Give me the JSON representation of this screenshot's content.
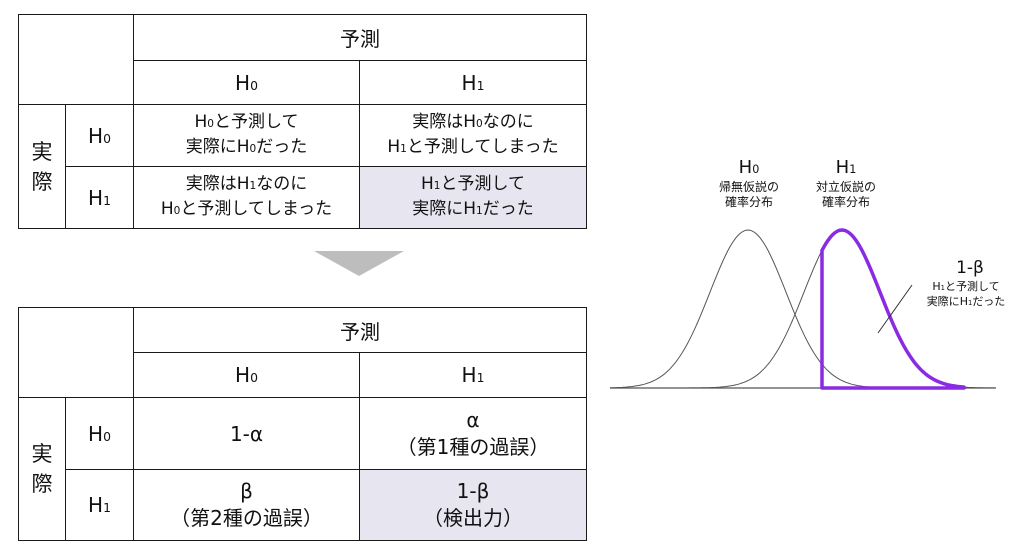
{
  "top_table": {
    "header": "予測",
    "pred_h0": "H",
    "pred_h0_sub": "0",
    "pred_h1": "H",
    "pred_h1_sub": "1",
    "actual": "実際",
    "row_h0": "H",
    "row_h0_sub": "0",
    "row_h1": "H",
    "row_h1_sub": "1",
    "cell_00": [
      "H",
      "0",
      "と予測して",
      "実際に",
      "H",
      "0",
      "だった"
    ],
    "cell_01": [
      "実際は",
      "H",
      "0",
      "なのに",
      "H",
      "1",
      "と予測してしまった"
    ],
    "cell_10": [
      "実際は",
      "H",
      "1",
      "なのに",
      "H",
      "0",
      "と予測してしまった"
    ],
    "cell_11": [
      "H",
      "1",
      "と予測して",
      "実際に",
      "H",
      "1",
      "だった"
    ]
  },
  "bottom_table": {
    "header": "予測",
    "pred_h0": "H",
    "pred_h0_sub": "0",
    "pred_h1": "H",
    "pred_h1_sub": "1",
    "actual": "実際",
    "row_h0": "H",
    "row_h0_sub": "0",
    "row_h1": "H",
    "row_h1_sub": "1",
    "cell_00": "1-α",
    "cell_01_a": "α",
    "cell_01_b": "（第1種の過誤）",
    "cell_10_a": "β",
    "cell_10_b": "（第2種の過誤）",
    "cell_11_a": "1-β",
    "cell_11_b": "（検出力）"
  },
  "graph": {
    "h0_label": "H",
    "h0_sub": "0",
    "h0_desc_1": "帰無仮説の",
    "h0_desc_2": "確率分布",
    "h1_label": "H",
    "h1_sub": "1",
    "h1_desc_1": "対立仮説の",
    "h1_desc_2": "確率分布",
    "power_label": "1-β",
    "power_desc_1a": "H",
    "power_desc_1b": "1",
    "power_desc_1c": "と予測して",
    "power_desc_2a": "実際に",
    "power_desc_2b": "H",
    "power_desc_2c": "1",
    "power_desc_2d": "だった",
    "colors": {
      "curve": "#555555",
      "highlight": "#8a2be2",
      "axis": "#555555"
    }
  }
}
